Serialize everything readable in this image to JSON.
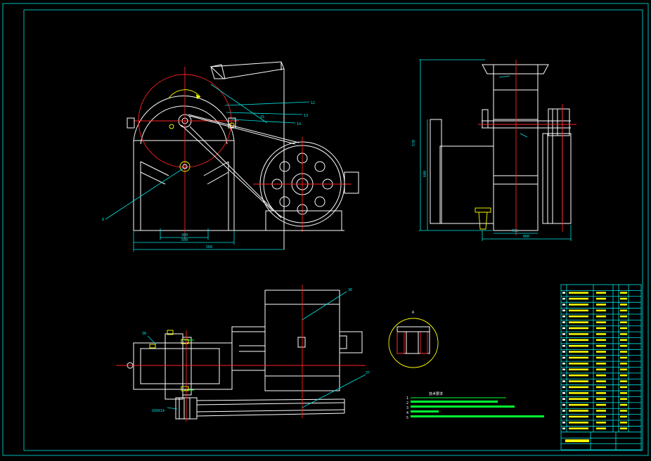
{
  "drawing": {
    "colors": {
      "background": "#000000",
      "frame": "#00e5e5",
      "outline": "#ffffff",
      "centerline": "#ff2020",
      "dimension": "#00e5e5",
      "highlight": "#ffff00",
      "notes": "#00ff33"
    },
    "views": [
      "front-view",
      "side-view",
      "top-view",
      "detail-view",
      "technical-requirements",
      "parts-list"
    ],
    "labels": {
      "balloon_1": "12",
      "balloon_2": "13",
      "balloon_3": "14",
      "balloon_4": "15",
      "balloon_5": "36",
      "balloon_6": "37",
      "balloon_7": "38",
      "balloon_8": "8",
      "front_dim_1": "300",
      "front_dim_2": "500",
      "front_dim_3": "560",
      "side_dim_1": "570",
      "side_dim_2": "600",
      "side_dim_3": "730",
      "side_dim_4": "800",
      "top_callout": "G50X14",
      "detail_label": "A",
      "notes_title": "技术要求"
    }
  }
}
